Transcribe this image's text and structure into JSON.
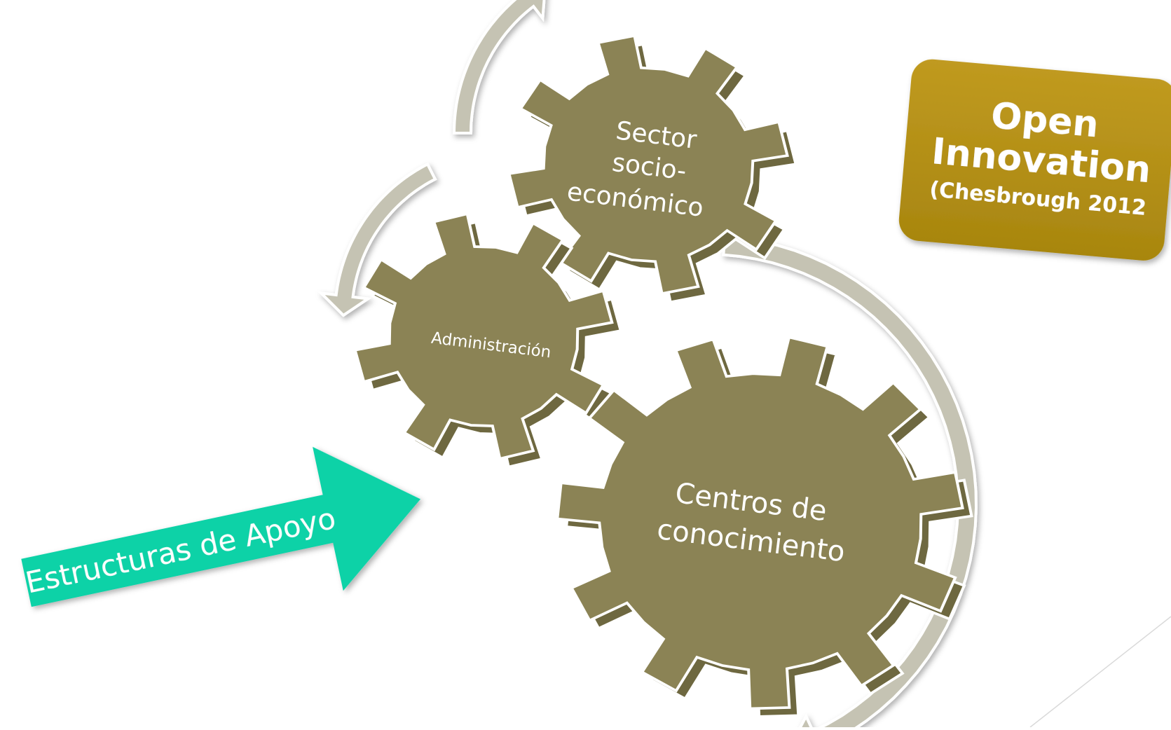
{
  "gears": {
    "sector": {
      "line1": "Sector",
      "line2": "socio-",
      "line3": "económico"
    },
    "administracion": {
      "label": "Administración"
    },
    "centros": {
      "line1": "Centros de",
      "line2": "conocimiento"
    }
  },
  "support_arrow": {
    "label": "Estructuras de Apoyo"
  },
  "badge": {
    "line1": "Open",
    "line2": "Innovation",
    "line3": "(Chesbrough 2012"
  },
  "colors": {
    "gear_fill": "#8B8355",
    "gear_side": "#6E6840",
    "cycle_arrow": "#C5C3B3",
    "support_arrow": "#07D2A7",
    "badge_fill": "#B4901A"
  }
}
